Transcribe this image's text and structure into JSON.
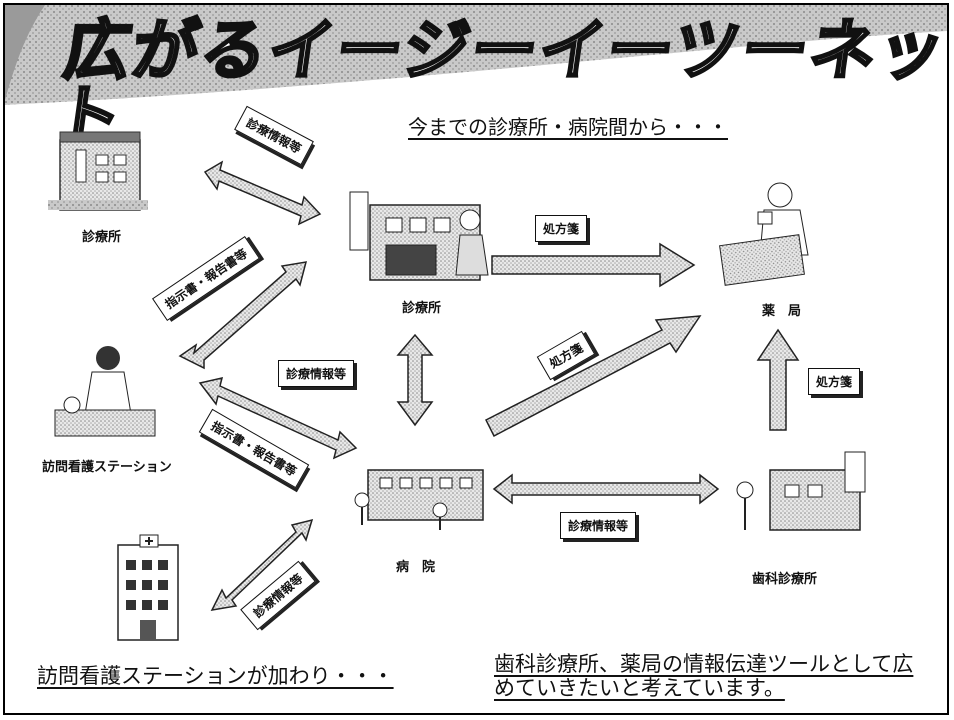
{
  "banner": {
    "title": "広がるイージーイーツーネット"
  },
  "headings": {
    "top": "今までの診療所・病院間から・・・",
    "bottom_left": "訪問看護ステーションが加わり・・・",
    "bottom_right": "歯科診療所、薬局の情報伝達ツールとして広めていきたいと考えています。"
  },
  "nodes": {
    "clinic_left": "診療所",
    "clinic_center": "診療所",
    "pharmacy": "薬　局",
    "nursing_station": "訪問看護ステーション",
    "hospital": "病　院",
    "dental_clinic": "歯科診療所"
  },
  "edge_labels": {
    "clinic_left_to_center": "診療情報等",
    "nursing_to_clinic": "指示書・報告書等",
    "clinic_to_pharmacy": "処方箋",
    "clinic_to_hospital": "診療情報等",
    "hospital_to_pharmacy": "処方箋",
    "dental_to_pharmacy": "処方箋",
    "nursing_to_hospital": "指示書・報告書等",
    "hospital_to_dental": "診療情報等",
    "building_to_hospital": "診療情報等"
  }
}
